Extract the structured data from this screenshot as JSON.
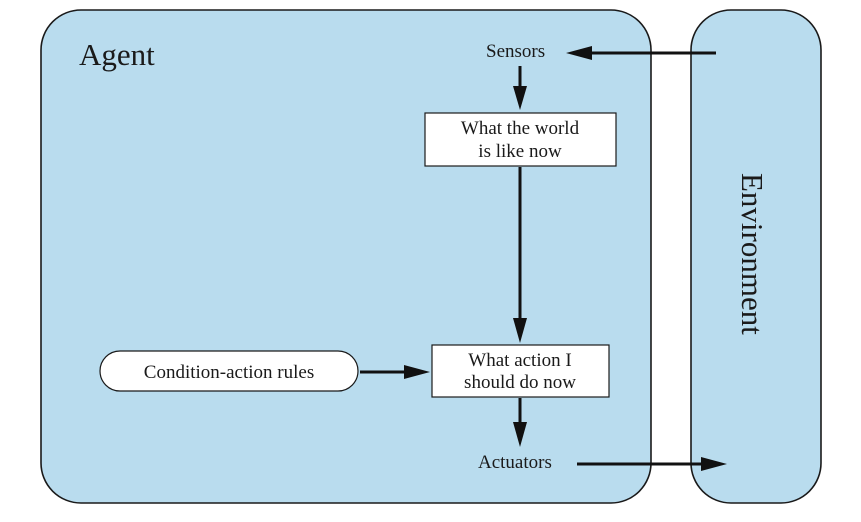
{
  "diagram": {
    "agent_label": "Agent",
    "environment_label": "Environment",
    "sensors_label": "Sensors",
    "actuators_label": "Actuators",
    "world_state_box": {
      "line1": "What the world",
      "line2": "is like now"
    },
    "action_box": {
      "line1": "What action I",
      "line2": "should do now"
    },
    "rules_label": "Condition-action rules"
  },
  "colors": {
    "panel_fill": "#b9dcee",
    "stroke": "#1a1a1a",
    "box_fill": "#ffffff"
  }
}
